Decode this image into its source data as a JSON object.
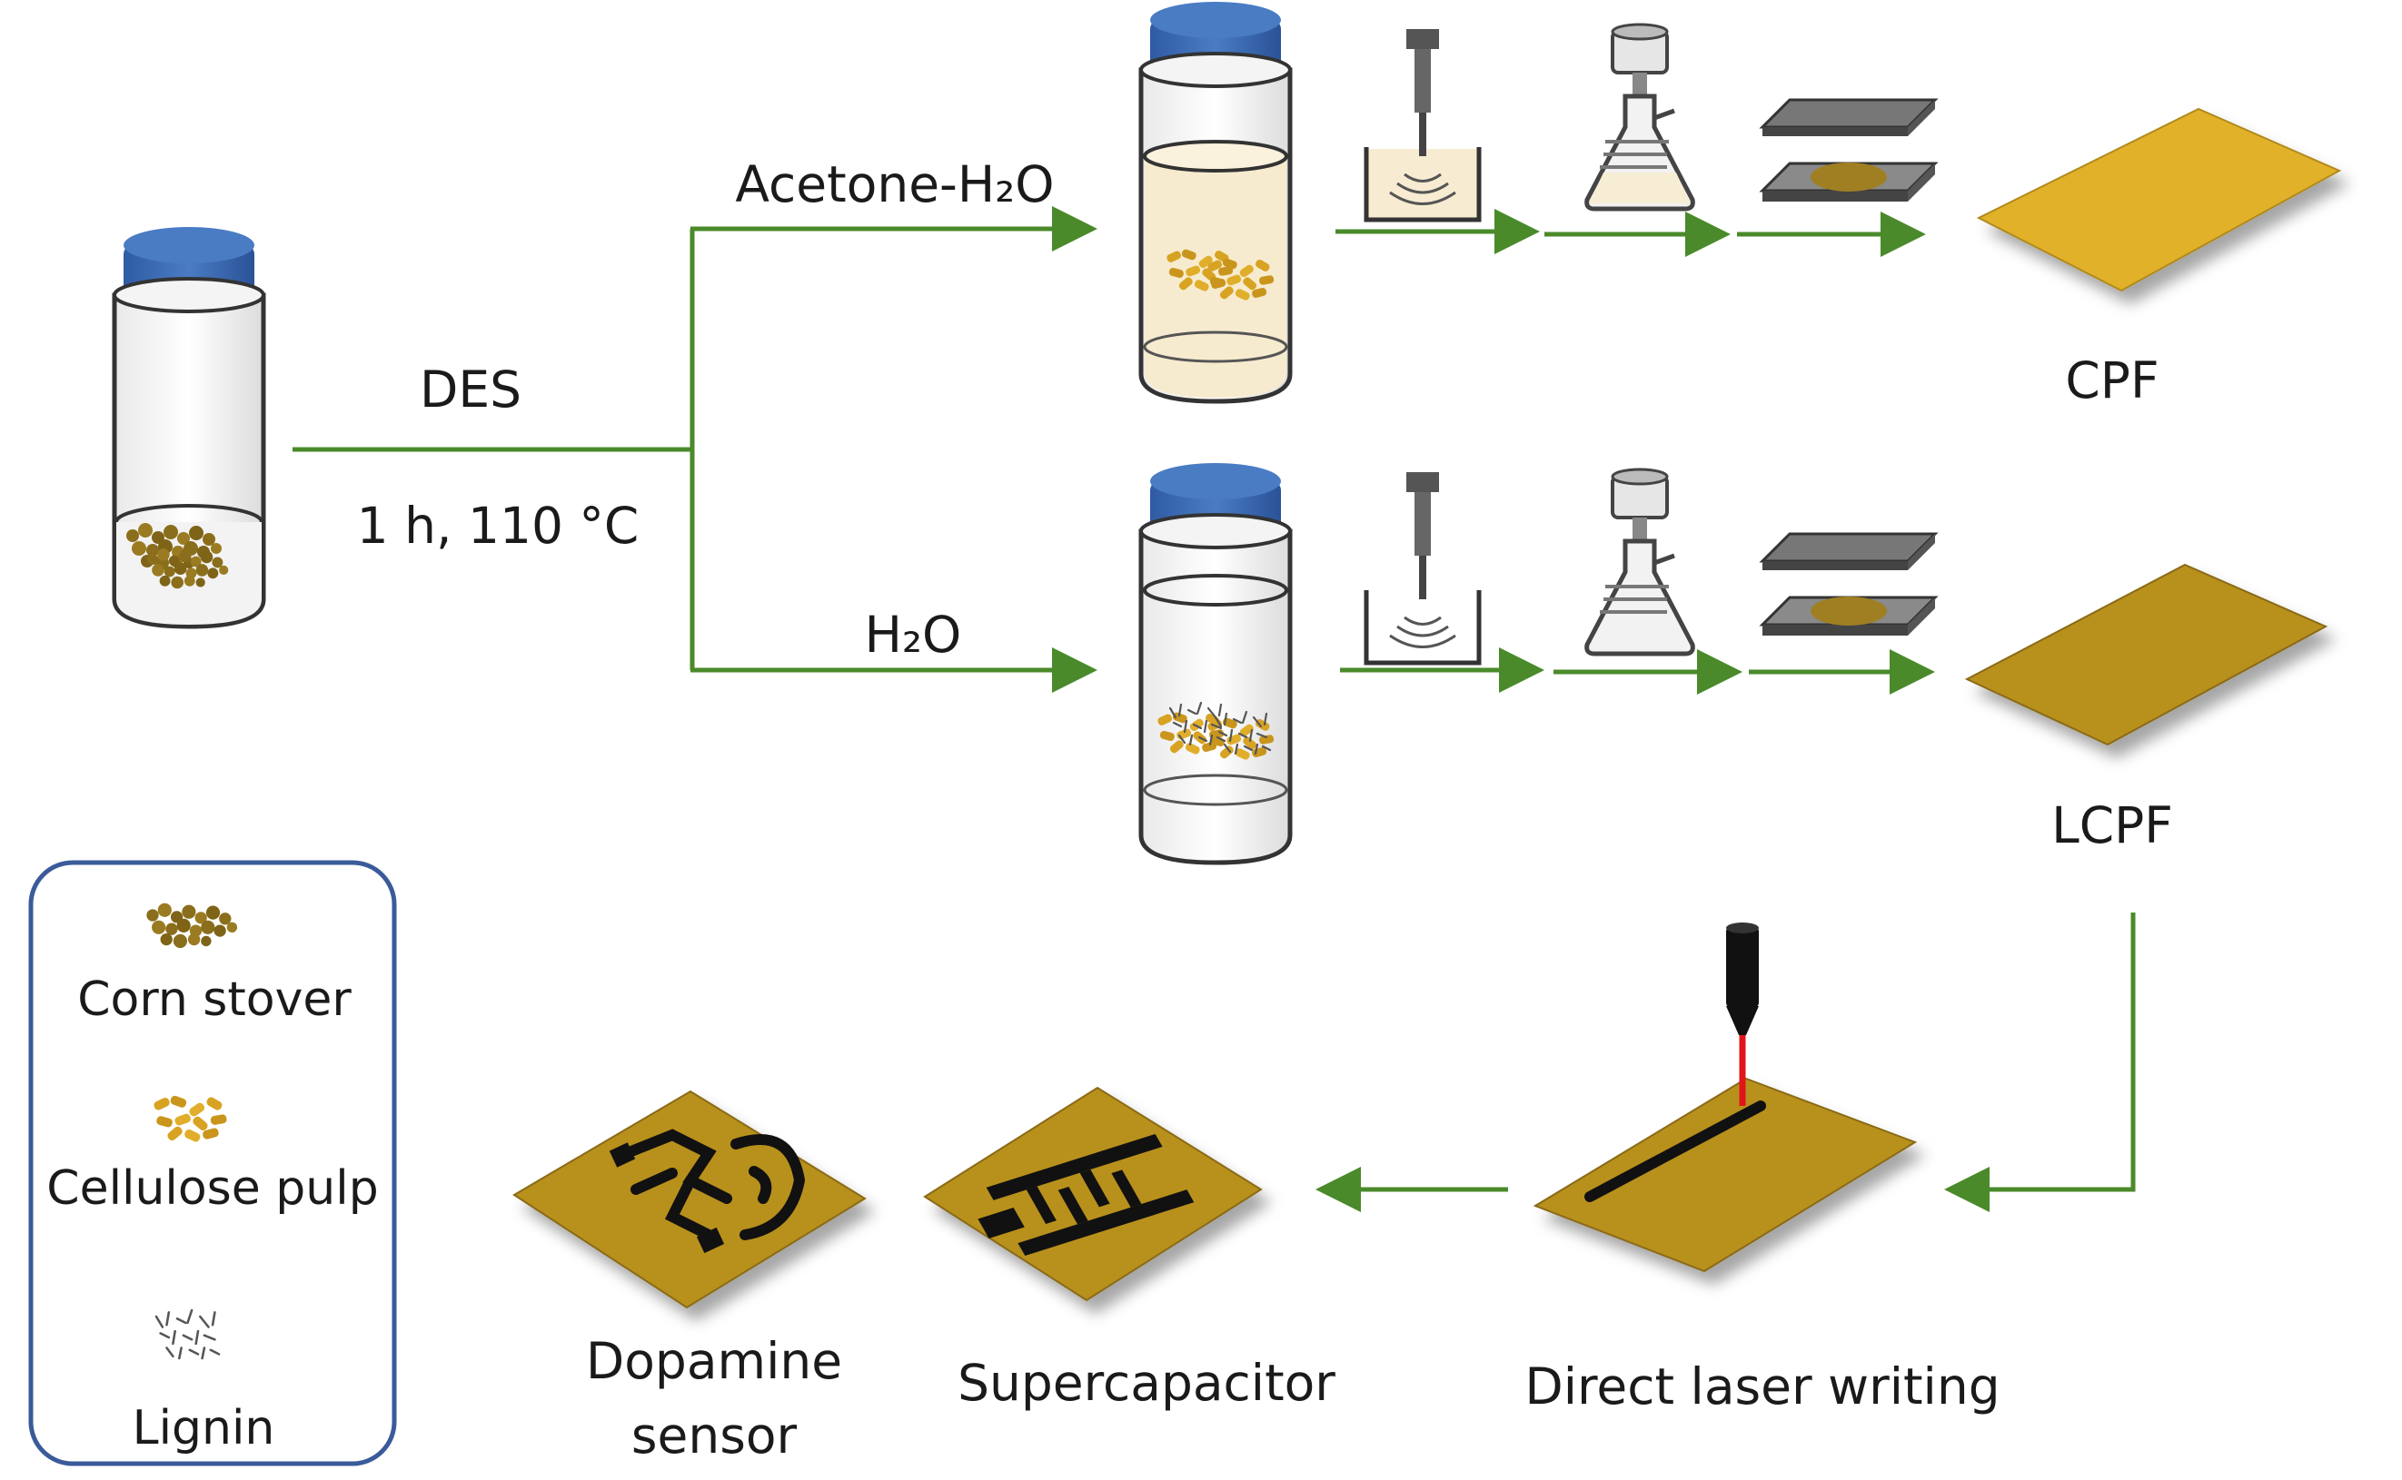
{
  "labels": {
    "des": "DES",
    "condition": "1 h, 110 °C",
    "acetone_h2o": "Acetone-H₂O",
    "h2o": "H₂O",
    "cpf": "CPF",
    "lcpf": "LCPF",
    "direct_laser_writing": "Direct laser writing",
    "supercapacitor": "Supercapacitor",
    "dopamine_line1": "Dopamine",
    "dopamine_line2": "sensor"
  },
  "legend": {
    "corn_stover": "Corn stover",
    "cellulose_pulp": "Cellulose pulp",
    "lignin": "Lignin"
  },
  "colors": {
    "arrow": "#4a8a2a",
    "cap": "#3f6db3",
    "corn_stover": "#8a6e1c",
    "cellulose_pulp": "#d8a322",
    "cpf_film": "#e2b12a",
    "lcpf_film": "#b8901f",
    "laser": "#e0151b",
    "legend_border": "#3a5a9a"
  }
}
